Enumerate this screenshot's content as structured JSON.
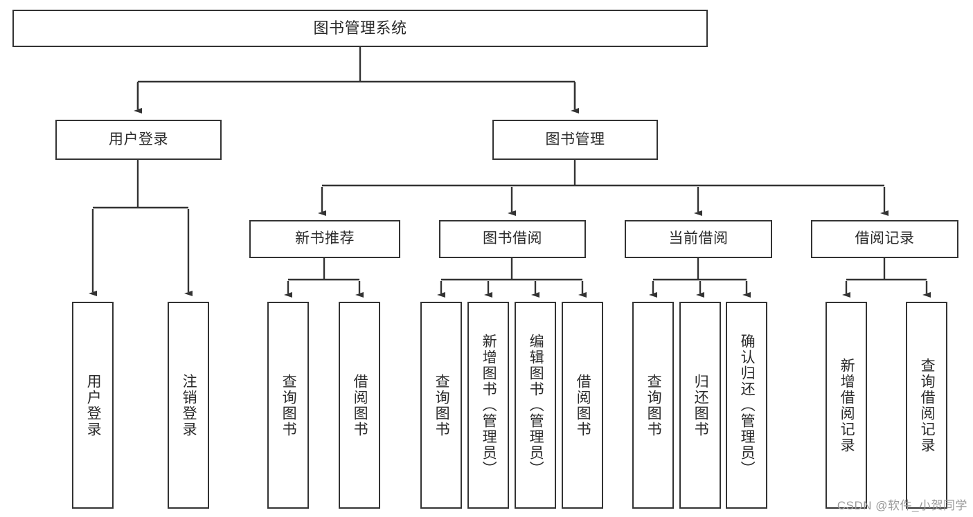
{
  "diagram": {
    "title": "图书管理系统",
    "type": "hierarchy-tree",
    "watermark": "CSDN @软件_小贺同学",
    "colors": {
      "stroke": "#333333",
      "fill": "#ffffff",
      "text": "#2b2b2b",
      "watermark": "#9a9a9a"
    },
    "nodes": {
      "root": {
        "label": "图书管理系统",
        "level": 1,
        "orientation": "horizontal"
      },
      "l2": [
        {
          "id": "user-login",
          "label": "用户登录",
          "level": 2,
          "orientation": "horizontal"
        },
        {
          "id": "book-manage",
          "label": "图书管理",
          "level": 2,
          "orientation": "horizontal"
        }
      ],
      "l3": [
        {
          "id": "new-book-recommend",
          "label": "新书推荐",
          "level": 3,
          "orientation": "horizontal",
          "parent": "book-manage"
        },
        {
          "id": "book-borrow",
          "label": "图书借阅",
          "level": 3,
          "orientation": "horizontal",
          "parent": "book-manage"
        },
        {
          "id": "current-borrow",
          "label": "当前借阅",
          "level": 3,
          "orientation": "horizontal",
          "parent": "book-manage"
        },
        {
          "id": "borrow-record",
          "label": "借阅记录",
          "level": 3,
          "orientation": "horizontal",
          "parent": "book-manage"
        }
      ],
      "leaves": [
        {
          "id": "leaf-user-login",
          "label": "用户登录",
          "parent": "user-login"
        },
        {
          "id": "leaf-logout-login",
          "label": "注销登录",
          "parent": "user-login"
        },
        {
          "id": "leaf-query-book-1",
          "label": "查询图书",
          "parent": "new-book-recommend"
        },
        {
          "id": "leaf-borrow-book-1",
          "label": "借阅图书",
          "parent": "new-book-recommend"
        },
        {
          "id": "leaf-query-book-2",
          "label": "查询图书",
          "parent": "book-borrow"
        },
        {
          "id": "leaf-add-book",
          "label": "新增图书（管理员）",
          "parent": "book-borrow"
        },
        {
          "id": "leaf-edit-book",
          "label": "编辑图书（管理员）",
          "parent": "book-borrow"
        },
        {
          "id": "leaf-borrow-book-2",
          "label": "借阅图书",
          "parent": "book-borrow"
        },
        {
          "id": "leaf-query-book-3",
          "label": "查询图书",
          "parent": "current-borrow"
        },
        {
          "id": "leaf-return-book",
          "label": "归还图书",
          "parent": "current-borrow"
        },
        {
          "id": "leaf-confirm-return",
          "label": "确认归还（管理员）",
          "parent": "current-borrow"
        },
        {
          "id": "leaf-add-record",
          "label": "新增借阅记录",
          "parent": "borrow-record"
        },
        {
          "id": "leaf-query-record",
          "label": "查询借阅记录",
          "parent": "borrow-record"
        }
      ]
    }
  }
}
